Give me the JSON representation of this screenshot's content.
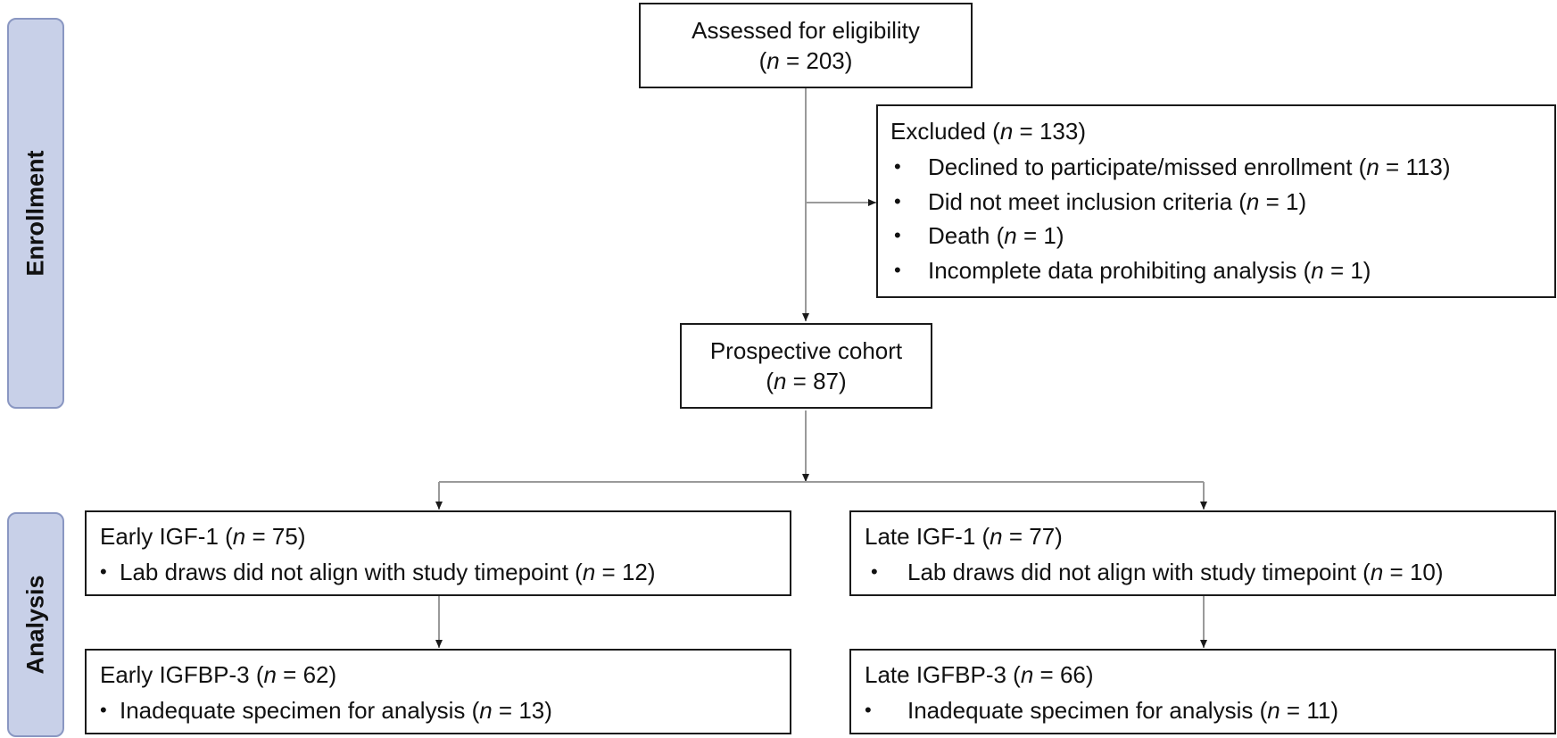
{
  "phases": {
    "enrollment": "Enrollment",
    "analysis": "Analysis"
  },
  "assessed": {
    "title": "Assessed for eligibility",
    "n_prefix": "(",
    "n_symbol": "n",
    "n_rest": " = 203)"
  },
  "excluded": {
    "title_prefix": "Excluded (",
    "n_symbol": "n",
    "title_rest": " = 133)",
    "items": [
      {
        "text": "Declined to participate/missed enrollment (",
        "n": "n",
        "rest": " = 113)"
      },
      {
        "text": "Did not meet inclusion criteria (",
        "n": "n",
        "rest": " = 1)"
      },
      {
        "text": "Death (",
        "n": "n",
        "rest": " = 1)"
      },
      {
        "text": "Incomplete data prohibiting analysis (",
        "n": "n",
        "rest": " = 1)"
      }
    ]
  },
  "cohort": {
    "title": "Prospective cohort",
    "n_prefix": "(",
    "n_symbol": "n",
    "n_rest": " = 87)"
  },
  "early_igf1": {
    "title_prefix": "Early IGF-1 (",
    "n_symbol": "n",
    "title_rest": " = 75)",
    "item": {
      "text": "Lab draws did not align with study timepoint (",
      "n": "n",
      "rest": " = 12)"
    }
  },
  "late_igf1": {
    "title_prefix": "Late IGF-1 (",
    "n_symbol": "n",
    "title_rest": " = 77)",
    "item": {
      "text": "Lab draws did not align with study timepoint (",
      "n": "n",
      "rest": " = 10)"
    }
  },
  "early_igfbp3": {
    "title_prefix": "Early IGFBP-3 (",
    "n_symbol": "n",
    "title_rest": " = 62)",
    "item": {
      "text": "Inadequate specimen for analysis (",
      "n": "n",
      "rest": " = 13)"
    }
  },
  "late_igfbp3": {
    "title_prefix": "Late IGFBP-3 (",
    "n_symbol": "n",
    "title_rest": " = 66)",
    "item": {
      "text": "Inadequate specimen for analysis (",
      "n": "n",
      "rest": " = 11)"
    }
  },
  "bullet_glyph": "•",
  "colors": {
    "phase_fill": "#c8d0e8",
    "phase_border": "#8a97c2",
    "connector": "#9a9a9a",
    "box_border": "#1a1a1a"
  }
}
